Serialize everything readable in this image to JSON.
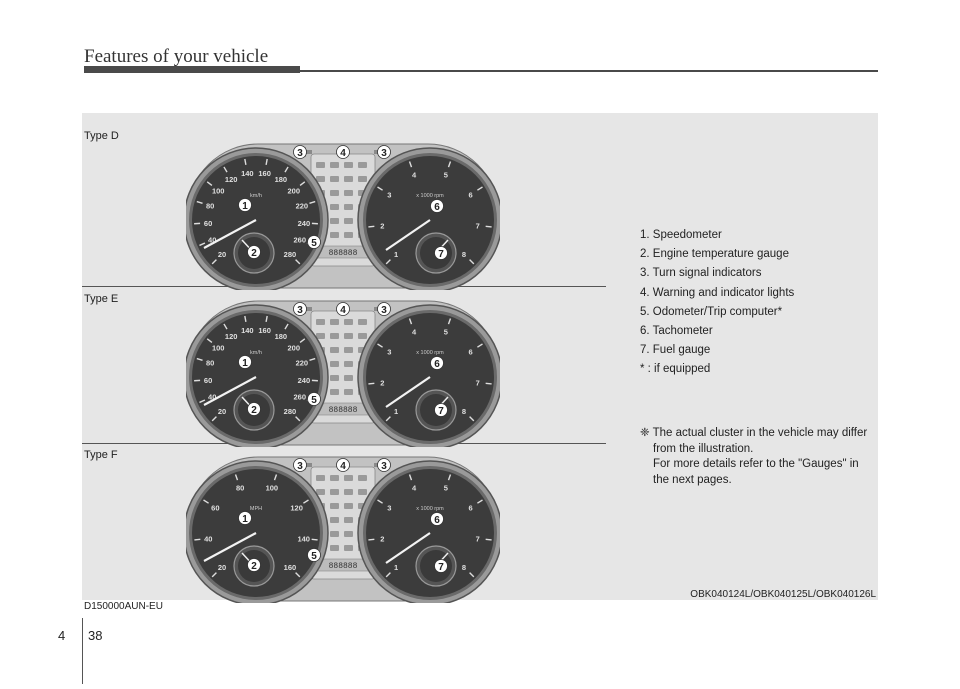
{
  "header": {
    "title": "Features of your vehicle"
  },
  "illustrations": [
    {
      "type_label": "Type D",
      "unit": "km/h",
      "speed_ticks": [
        "20",
        "40",
        "60",
        "80",
        "100",
        "120",
        "140",
        "160",
        "180",
        "200",
        "220",
        "240",
        "260",
        "280"
      ],
      "callouts": [
        "1",
        "2",
        "3",
        "4",
        "3",
        "5",
        "6",
        "7"
      ]
    },
    {
      "type_label": "Type E",
      "unit": "km/h",
      "speed_ticks": [
        "20",
        "40",
        "60",
        "80",
        "100",
        "120",
        "140",
        "160",
        "180",
        "200",
        "220",
        "240",
        "260",
        "280"
      ],
      "callouts": [
        "1",
        "2",
        "3",
        "4",
        "3",
        "5",
        "6",
        "7"
      ]
    },
    {
      "type_label": "Type F",
      "unit": "MPH",
      "speed_ticks": [
        "20",
        "40",
        "60",
        "80",
        "100",
        "120",
        "140",
        "160"
      ],
      "callouts": [
        "1",
        "2",
        "3",
        "4",
        "3",
        "5",
        "6",
        "7"
      ]
    }
  ],
  "tacho": {
    "ticks": [
      "1",
      "2",
      "3",
      "4",
      "5",
      "6",
      "7",
      "8"
    ],
    "unit": "x 1000 rpm"
  },
  "legend": [
    "1. Speedometer",
    "2. Engine temperature gauge",
    "3. Turn signal indicators",
    "4. Warning and indicator lights",
    "5. Odometer/Trip computer*",
    "6. Tachometer",
    "7. Fuel gauge",
    "* : if equipped"
  ],
  "note": {
    "symbol": "❈",
    "line1": "The actual cluster in the vehicle may differ",
    "line2": "from the illustration.",
    "line3": "For more details refer to the \"Gauges\" in",
    "line4": "the next pages."
  },
  "codes": {
    "left": "D150000AUN-EU",
    "right": "OBK040124L/OBK040125L/OBK040126L"
  },
  "footer": {
    "section": "4",
    "page": "38"
  },
  "colors": {
    "header_bar": "#4a4a4a",
    "panel_bg": "#e6e6e6",
    "gauge_face": "#3c3c3c"
  }
}
